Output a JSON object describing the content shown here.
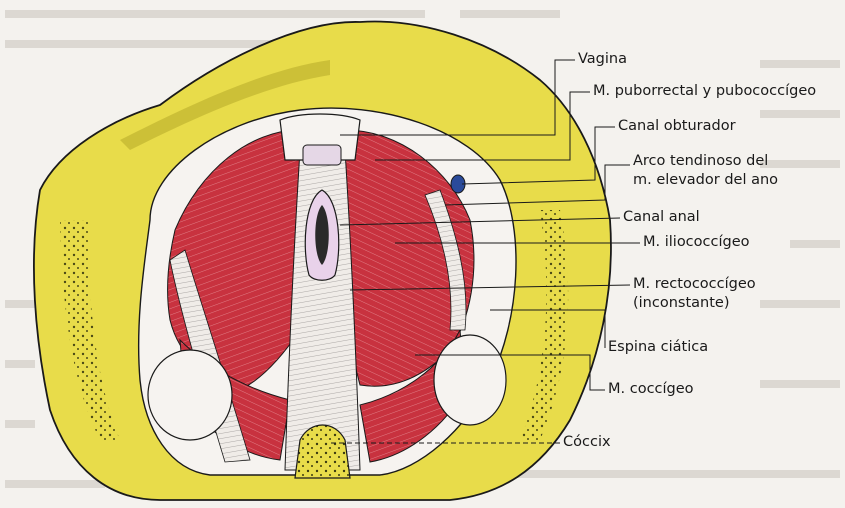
{
  "labels": [
    {
      "id": "vagina",
      "text": "Vagina"
    },
    {
      "id": "puborrectal",
      "text": "M. puborrectal y pubococcígeo"
    },
    {
      "id": "obturador",
      "text": "Canal obturador"
    },
    {
      "id": "arco1",
      "text": "Arco tendinoso del"
    },
    {
      "id": "arco2",
      "text": "m. elevador del ano"
    },
    {
      "id": "canal-anal",
      "text": "Canal anal"
    },
    {
      "id": "iliococcigeo",
      "text": "M. iliococcígeo"
    },
    {
      "id": "rectococcigeo1",
      "text": "M. rectococcígeo"
    },
    {
      "id": "rectococcigeo2",
      "text": "(inconstante)"
    },
    {
      "id": "espina",
      "text": "Espina ciática"
    },
    {
      "id": "coccigeo",
      "text": "M. coccígeo"
    },
    {
      "id": "coccix",
      "text": "Cóccix"
    }
  ],
  "colors": {
    "bone": "#e8dc4a",
    "bone_dark": "#b9ae2c",
    "muscle": "#c8323f",
    "muscle_light": "#dd6a72",
    "tendon": "#efeae6",
    "line": "#1a1a1a"
  }
}
